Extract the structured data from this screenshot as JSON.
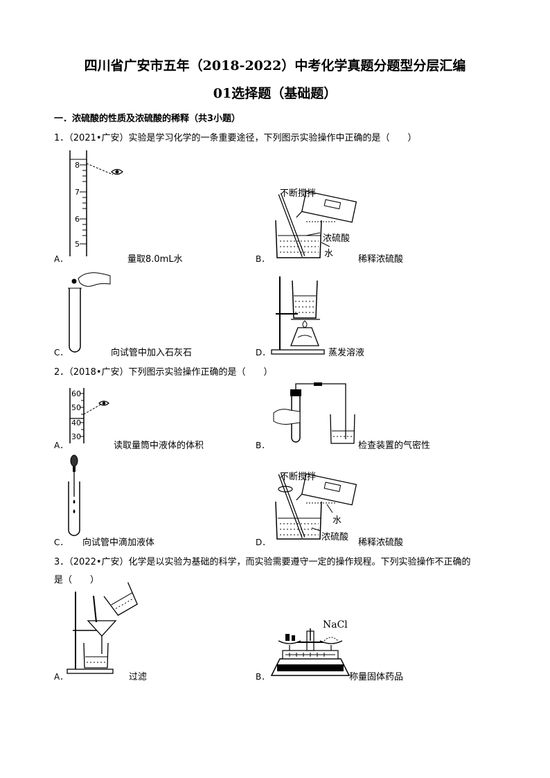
{
  "doc": {
    "title_line1": "四川省广安市五年（2018-2022）中考化学真题分题型分层汇编",
    "title_line2": "01选择题（基础题）"
  },
  "section1": {
    "heading": "一．浓硫酸的性质及浓硫酸的稀释（共3小题）"
  },
  "q1": {
    "stem": "1．（2021•广安）实验是学习化学的一条重要途径，下列图示实验操作中正确的是（　　）",
    "options": [
      {
        "letter": "A．",
        "caption": "量取8.0mL水",
        "ticks": [
          "8",
          "7",
          "6",
          "5"
        ]
      },
      {
        "letter": "B．",
        "caption": "稀释浓硫酸",
        "labels": [
          "不断搅拌",
          "浓硫酸",
          "水"
        ]
      },
      {
        "letter": "C．",
        "caption": "向试管中加入石灰石"
      },
      {
        "letter": "D．",
        "caption": "蒸发溶液"
      }
    ]
  },
  "q2": {
    "stem": "2．（2018•广安）下列图示实验操作正确的是（　　）",
    "options": [
      {
        "letter": "A．",
        "caption": "读取量筒中液体的体积",
        "ticks": [
          "60",
          "50",
          "40",
          "30"
        ]
      },
      {
        "letter": "B．",
        "caption": "检查装置的气密性"
      },
      {
        "letter": "C．",
        "caption": "向试管中滴加液体"
      },
      {
        "letter": "D．",
        "caption": "稀释浓硫酸",
        "labels": [
          "不断搅拌",
          "水",
          "浓硫酸"
        ]
      }
    ]
  },
  "q3": {
    "stem_line1": "3．（2022•广安）化学是以实验为基础的科学，而实验需要遵守一定的操作规程。下列实验操作不正确的",
    "stem_line2": "是（　　）",
    "options": [
      {
        "letter": "A．",
        "caption": "过滤"
      },
      {
        "letter": "B．",
        "caption": "称量固体药品",
        "labels": [
          "NaCl"
        ]
      }
    ]
  }
}
